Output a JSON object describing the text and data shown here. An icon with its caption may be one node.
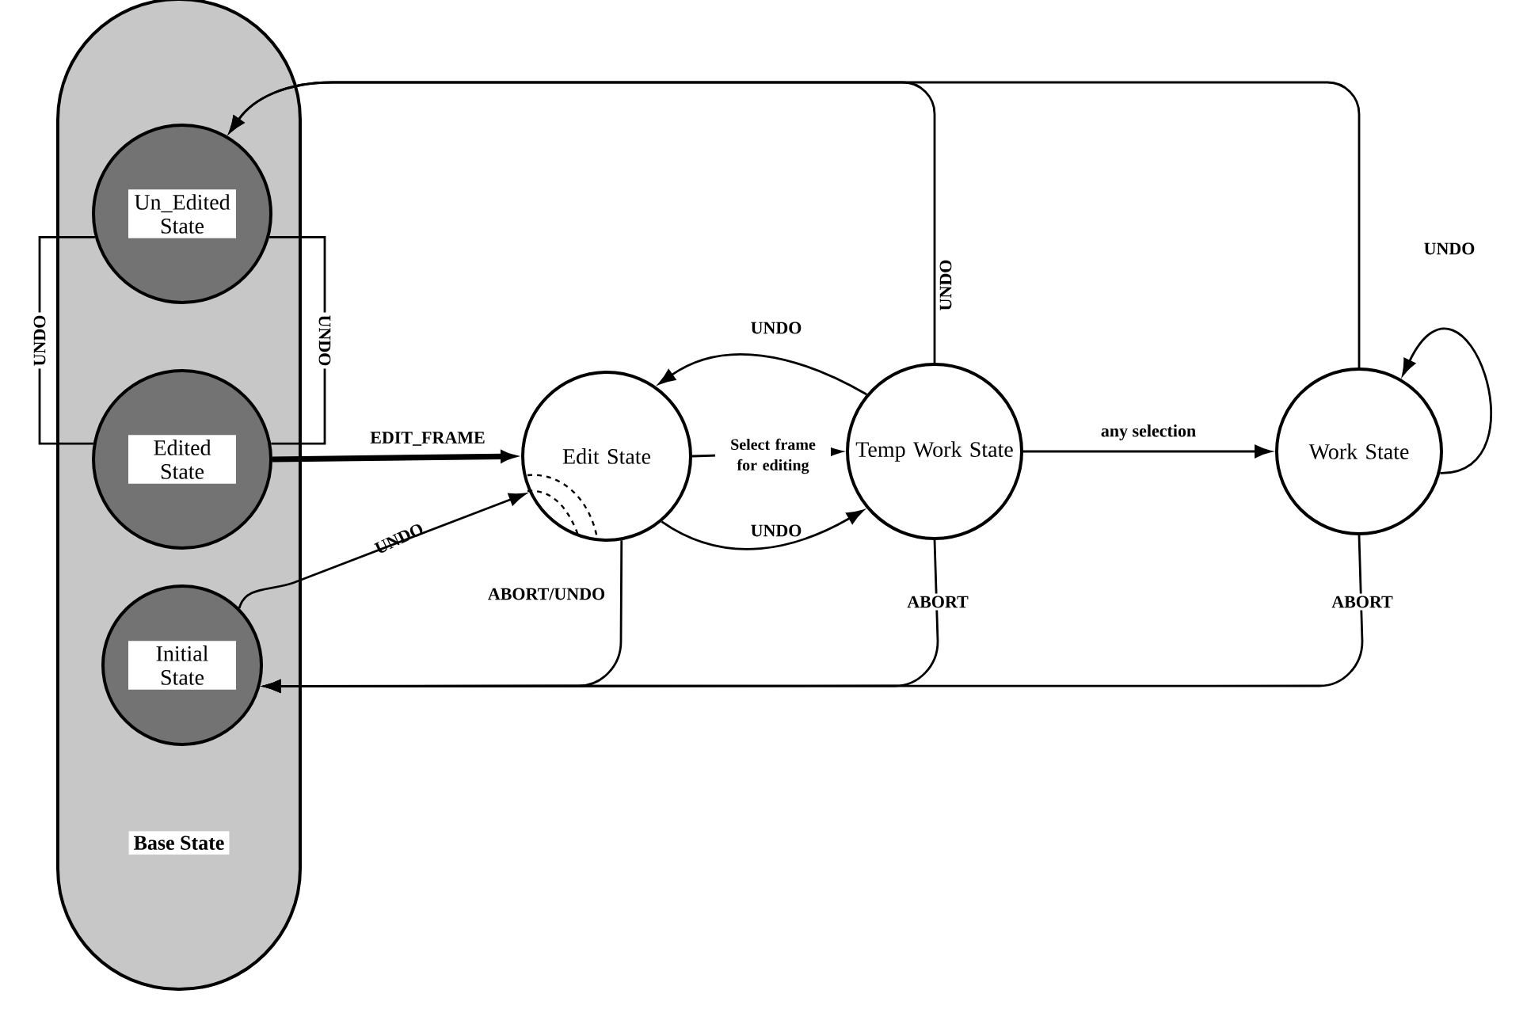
{
  "diagram": {
    "nodes": [
      {
        "text": [
          "Base State"
        ]
      },
      {
        "text": [
          "Un_Edited State"
        ],
        "in": 0
      },
      {
        "text": [
          "Edited State"
        ],
        "in": 0
      },
      {
        "text": [
          "Initial State"
        ],
        "in": 0
      },
      {
        "text": [
          "Edit State"
        ]
      },
      {
        "text": [
          "Temp Work State"
        ]
      },
      {
        "text": [
          "Work State"
        ]
      }
    ],
    "edges": [
      {
        "from": 1,
        "to": 2,
        "arrow": "none",
        "label": "UNDO"
      },
      {
        "from": 1,
        "to": 2,
        "arrow": "none",
        "label": "UNDO"
      },
      {
        "from": 2,
        "to": 4,
        "arrow": "to",
        "label": "EDIT_FRAME",
        "style": "thick"
      },
      {
        "from": 3,
        "to": 4,
        "arrow": "to",
        "label": "UNDO"
      },
      {
        "from": 4,
        "to": 5,
        "arrow": "to",
        "label": "Select frame for editing"
      },
      {
        "from": 5,
        "to": 4,
        "arrow": "to",
        "label": "UNDO"
      },
      {
        "from": 4,
        "to": 5,
        "arrow": "to",
        "label": "UNDO"
      },
      {
        "from": 5,
        "to": 1,
        "arrow": "to",
        "label": "UNDO"
      },
      {
        "from": 6,
        "to": 1,
        "arrow": "to"
      },
      {
        "from": 5,
        "to": 6,
        "arrow": "to",
        "label": "any selection"
      },
      {
        "from": 6,
        "to": 6,
        "arrow": "to",
        "label": "UNDO"
      },
      {
        "from": 4,
        "to": 3,
        "arrow": "to",
        "label": "ABORT/UNDO"
      },
      {
        "from": 5,
        "to": 3,
        "arrow": "to",
        "label": "ABORT"
      },
      {
        "from": 6,
        "to": 3,
        "arrow": "to",
        "label": "ABORT"
      }
    ]
  }
}
